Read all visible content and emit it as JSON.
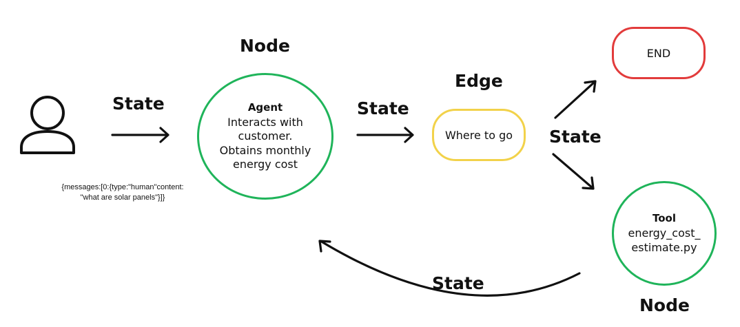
{
  "colors": {
    "agent_border": "#1fb45a",
    "tool_border": "#1fb45a",
    "edge_border": "#f2d24a",
    "end_border": "#e23b3b",
    "stroke": "#111111"
  },
  "icons": {
    "user": "user-icon"
  },
  "labels": {
    "node_top": "Node",
    "node_bottom": "Node",
    "edge": "Edge",
    "state_1": "State",
    "state_2": "State",
    "state_3": "State",
    "state_4": "State"
  },
  "agent": {
    "title": "Agent",
    "lines": [
      "Interacts with",
      "customer.",
      "Obtains monthly",
      "energy cost"
    ]
  },
  "edge_box": {
    "text": "Where to go"
  },
  "end_box": {
    "text": "END"
  },
  "tool": {
    "title": "Tool",
    "lines": [
      "energy_cost_",
      "estimate.py"
    ]
  },
  "message": {
    "lines": [
      "{messages:[0:{type:\"human\"content:",
      "\"what are solar panels\"}]}"
    ]
  }
}
